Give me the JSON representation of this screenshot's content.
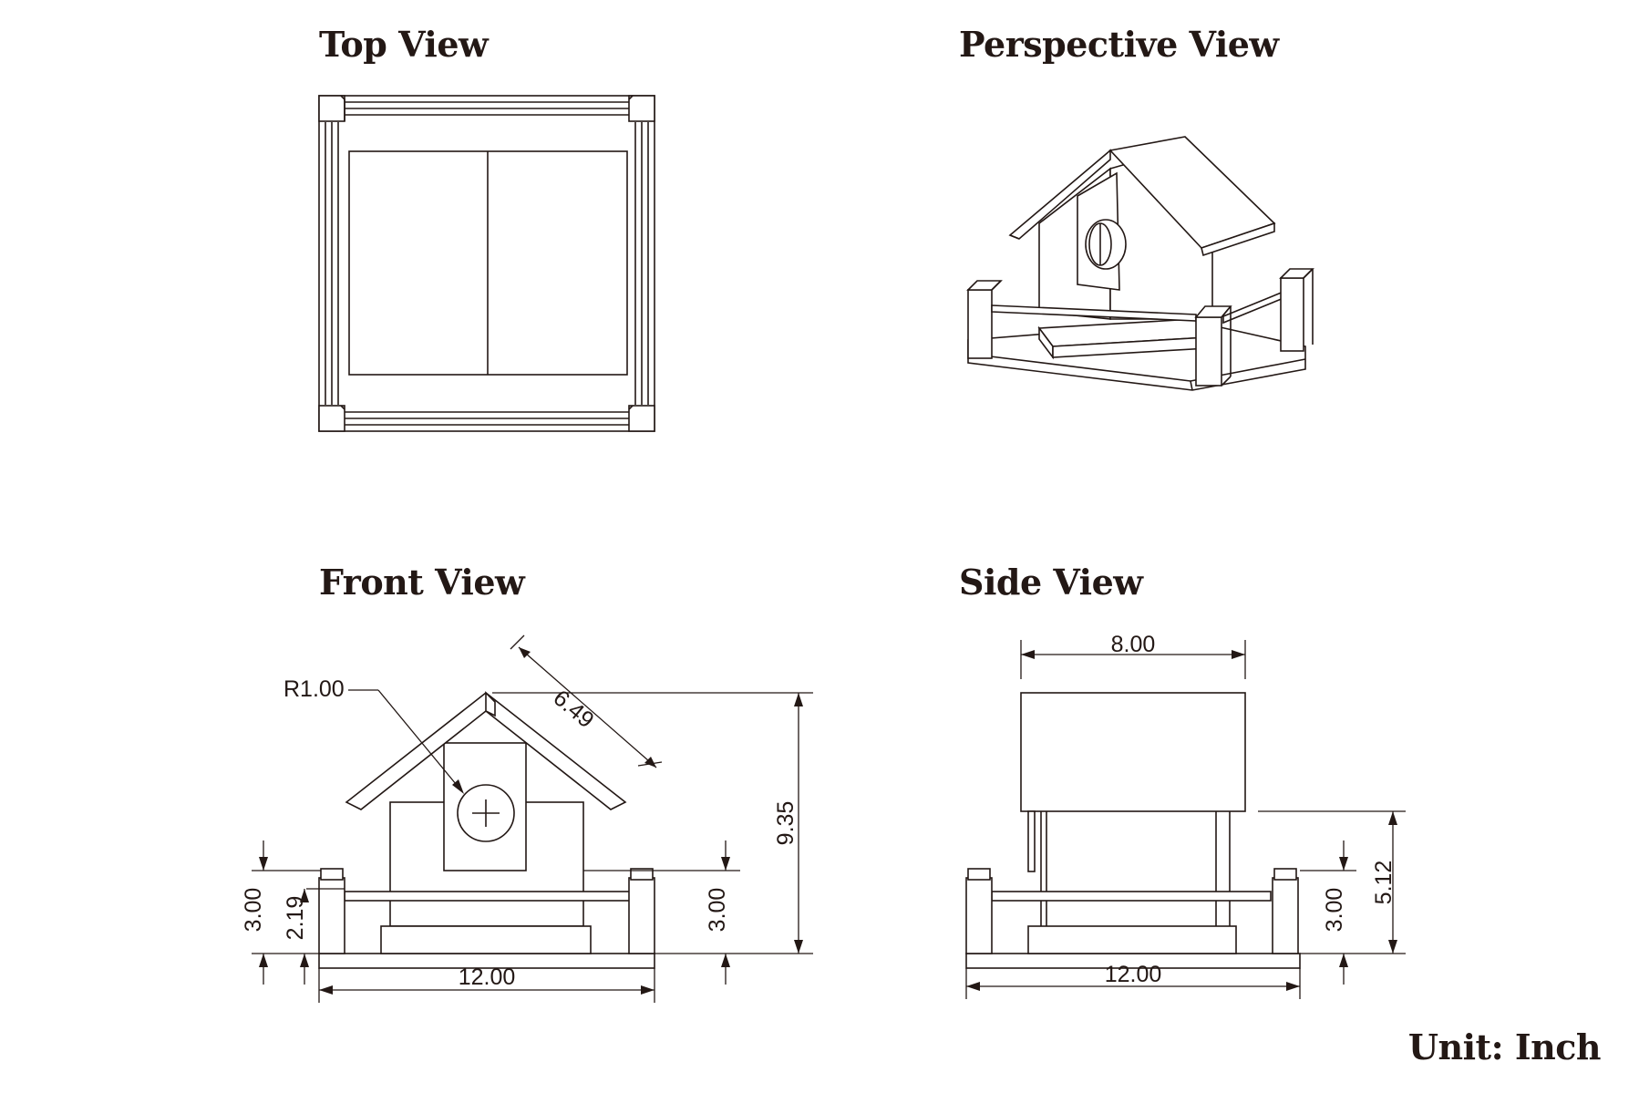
{
  "views": {
    "top": "Top View",
    "perspective": "Perspective View",
    "front": "Front View",
    "side": "Side View"
  },
  "unit_label": "Unit: Inch",
  "dimensions": {
    "front_radius": "R1.00",
    "front_roof": "6.49",
    "front_height": "9.35",
    "front_left_outer": "3.00",
    "front_left_inner": "2.19",
    "front_right": "3.00",
    "front_width": "12.00",
    "side_top": "8.00",
    "side_height": "5.12",
    "side_rail": "3.00",
    "side_width": "12.00"
  },
  "colors": {
    "line": "#231815",
    "background": "#ffffff"
  }
}
